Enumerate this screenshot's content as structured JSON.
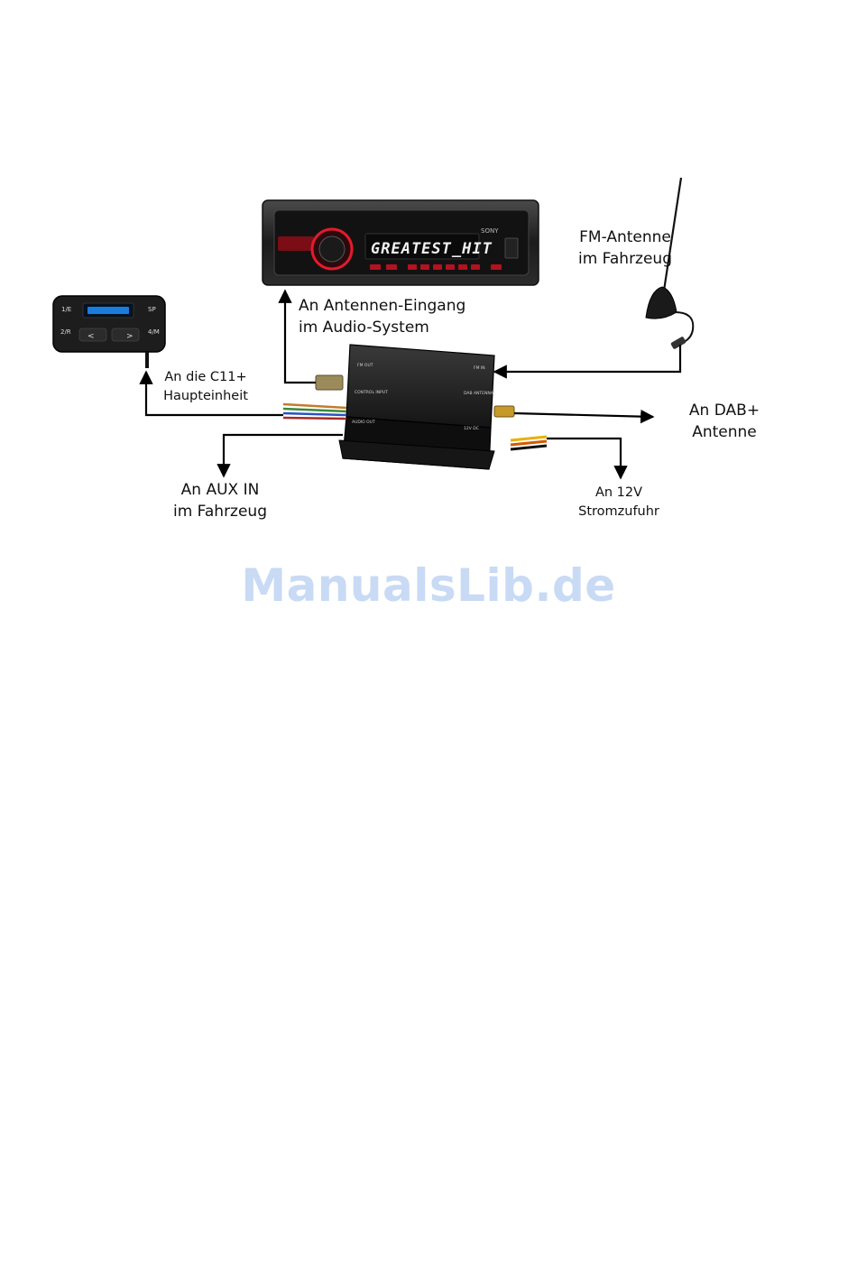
{
  "labels": {
    "antenna_input": [
      "An Antennen-Eingang",
      "im Audio-System"
    ],
    "fm_antenna": [
      "FM-Antenne",
      "im Fahrzeug"
    ],
    "main_unit": [
      "An die C11+",
      "Haupteinheit"
    ],
    "dab_antenna": [
      "An DAB+",
      "Antenne"
    ],
    "aux_in": [
      "An AUX IN",
      "im Fahrzeug"
    ],
    "power": [
      "An 12V",
      "Stromzufuhr"
    ]
  },
  "radio": {
    "display_text": "GREATEST_HIT",
    "brand": "SONY"
  },
  "remote": {
    "buttons": [
      "1/E",
      "SP",
      "2/R",
      "4/M",
      "<",
      ">"
    ]
  },
  "box": {
    "ports": [
      "FM OUT",
      "FM IN",
      "CONTROL INPUT",
      "DAB ANTENNA",
      "AUDIO OUT",
      "12V DC"
    ]
  },
  "watermark": "ManualsLib.de",
  "colors": {
    "device_body": "#1b1b1b",
    "radio_accent": "#e21b2c",
    "remote_display": "#1e90ff",
    "wire": "#000000",
    "watermark": "#c8daf4"
  }
}
